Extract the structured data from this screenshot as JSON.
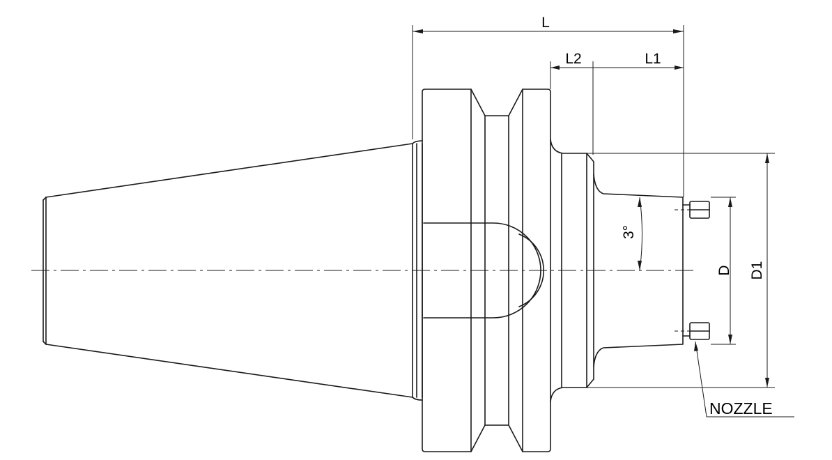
{
  "labels": {
    "L": "L",
    "L1": "L1",
    "L2": "L2",
    "D": "D",
    "D1": "D1",
    "angle": "3°",
    "nozzle": "NOZZLE"
  }
}
